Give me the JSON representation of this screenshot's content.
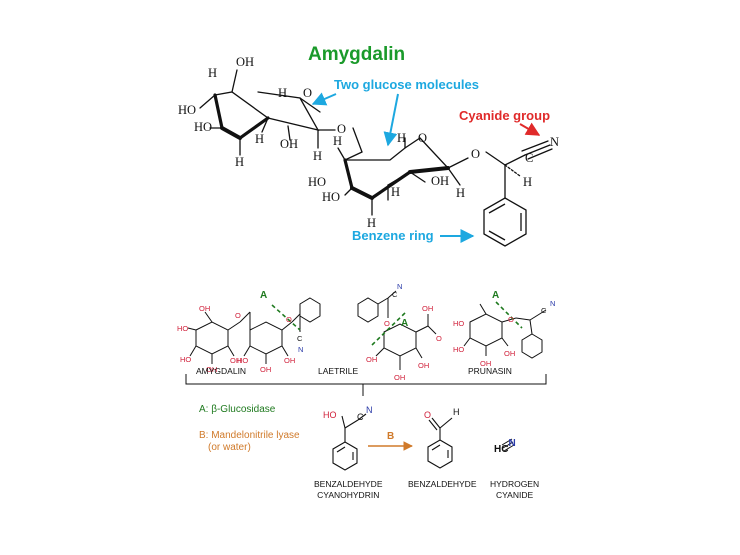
{
  "colors": {
    "title": "#1a9a2a",
    "annotation_blue": "#1da8e0",
    "annotation_red": "#e02a2a",
    "oxygen_red": "#d0203a",
    "nitrogen_blue": "#2a3aa8",
    "enzyme_green": "#1f7a1f",
    "enzyme_orange": "#d07a2a"
  },
  "top": {
    "title": "Amygdalin",
    "label_glucose": "Two glucose molecules",
    "label_cyanide": "Cyanide group",
    "label_benzene": "Benzene ring",
    "atoms": {
      "oh": "OH",
      "ho": "HO",
      "h": "H",
      "o": "O",
      "c": "C",
      "n": "N"
    }
  },
  "bottom": {
    "name_amygdalin": "AMYGDALIN",
    "name_laetrile": "LAETRILE",
    "name_prunasin": "PRUNASIN",
    "cleavage_a": "A",
    "cleavage_b": "B",
    "enzyme_a": "A: β-Glucosidase",
    "enzyme_b_line1": "B: Mandelonitrile lyase",
    "enzyme_b_line2": "(or water)",
    "prod1_line1": "BENZALDEHYDE",
    "prod1_line2": "CYANOHYDRIN",
    "prod2": "BENZALDEHYDE",
    "prod3_line1": "HYDROGEN",
    "prod3_line2": "CYANIDE",
    "hcn_prefix": "HC",
    "hcn_n": "N",
    "atoms": {
      "oh": "OH",
      "ho": "HO",
      "o": "O",
      "c": "C",
      "n": "N",
      "h": "H"
    }
  }
}
